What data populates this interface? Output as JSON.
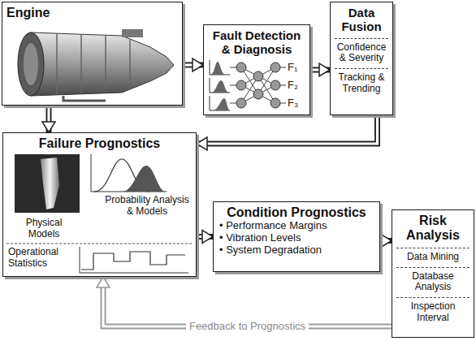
{
  "diagram": {
    "nodes": [
      {
        "text": [
          "Engine"
        ]
      },
      {
        "text": [
          "Fault Detection & Diagnosis"
        ]
      },
      {
        "text": [
          "Data Fusion",
          "Confidence & Severity",
          "Tracking & Trending"
        ]
      },
      {
        "text": [
          "Failure Prognostics",
          "Physical Models",
          "Probability Analysis & Models",
          "Operational Statistics"
        ]
      },
      {
        "text": [
          "Condition Prognostics",
          "• Performance Margins",
          "• Vibration Levels",
          "• System Degradation"
        ]
      },
      {
        "text": [
          "Risk Analysis",
          "Data Mining",
          "Database Analysis",
          "Inspection Interval"
        ]
      }
    ],
    "edges": [
      {
        "from": 0,
        "to": 1,
        "arrow": "to"
      },
      {
        "from": 1,
        "to": 2,
        "arrow": "to"
      },
      {
        "from": 2,
        "to": 3,
        "arrow": "to"
      },
      {
        "from": 0,
        "to": 3,
        "arrow": "to"
      },
      {
        "from": 3,
        "to": 4,
        "arrow": "to"
      },
      {
        "from": 4,
        "to": 5,
        "arrow": "to"
      },
      {
        "from": 5,
        "to": 3,
        "arrow": "to",
        "label": "Feedback to Prognostics"
      }
    ],
    "labels": [
      "F₁",
      "F₂",
      "F₃"
    ]
  }
}
